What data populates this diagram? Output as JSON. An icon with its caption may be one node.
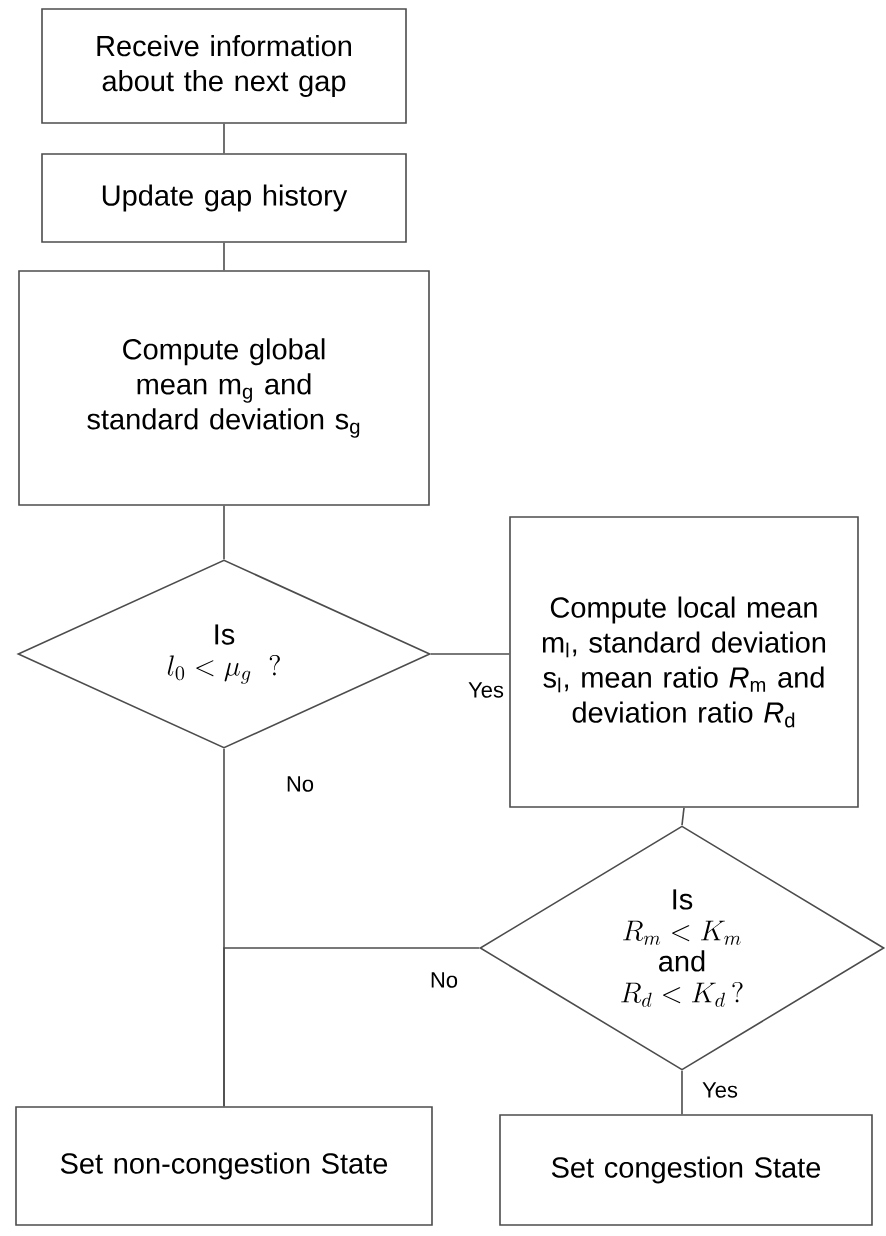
{
  "diagram": {
    "nodes": [
      {
        "text": [
          "Receive information about the next gap"
        ]
      },
      {
        "text": [
          "Update gap history"
        ]
      },
      {
        "text": [
          "Compute global mean m$_{g}$ and standard deviation s$_{g}$"
        ]
      },
      {
        "text": [
          "Is",
          "l_0 < \\mu_g \\ \\ ?"
        ]
      },
      {
        "text": [
          "Compute local mean m$_{l}$, standard deviation s$_{l}$, mean ratio *R*$_{m}$ and deviation ratio *R*$_{d}$"
        ]
      },
      {
        "text": [
          "Is",
          "R_m < K_m",
          "and",
          "R_d < K_d\\,?"
        ]
      },
      {
        "text": [
          "Set non-congestion State"
        ]
      },
      {
        "text": [
          "Set congestion State"
        ]
      }
    ],
    "edges": [
      {
        "from": 0,
        "to": 1,
        "arrow": "none"
      },
      {
        "from": 1,
        "to": 2,
        "arrow": "none"
      },
      {
        "from": 2,
        "to": 3,
        "arrow": "none"
      },
      {
        "from": 3,
        "to": 4,
        "arrow": "none",
        "label": "Yes"
      },
      {
        "from": 3,
        "to": 6,
        "arrow": "none",
        "label": "No"
      },
      {
        "from": 4,
        "to": 5,
        "arrow": "none"
      },
      {
        "from": 5,
        "to": 6,
        "arrow": "none",
        "label": "No"
      },
      {
        "from": 5,
        "to": 7,
        "arrow": "none",
        "label": "Yes"
      }
    ]
  }
}
